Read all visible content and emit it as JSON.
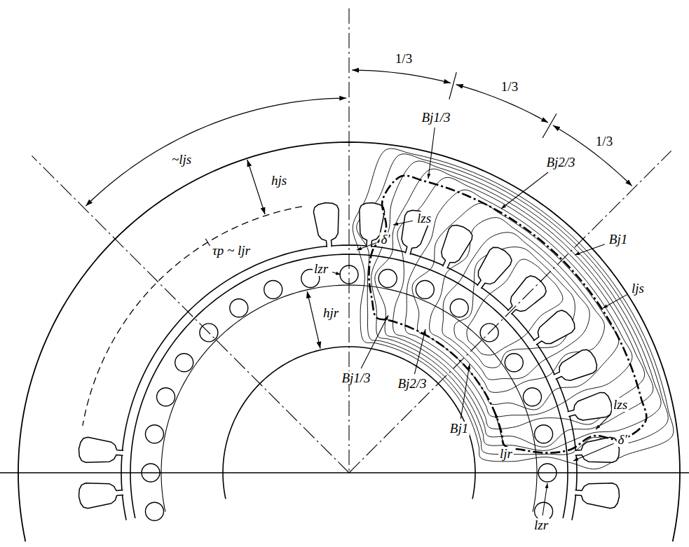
{
  "diagram": {
    "labels": [
      "1/3",
      "1/3",
      "1/3",
      "Bj1/3",
      "Bj2/3",
      "Bj1",
      "ljs",
      "~ljs",
      "hjs",
      "δ'",
      "lzs",
      "lzr",
      "τp ~ ljr",
      "hjr",
      "Bj1/3",
      "Bj2/3",
      "Bj1",
      "ljr",
      "lzs",
      "δ'",
      "lzr"
    ]
  }
}
